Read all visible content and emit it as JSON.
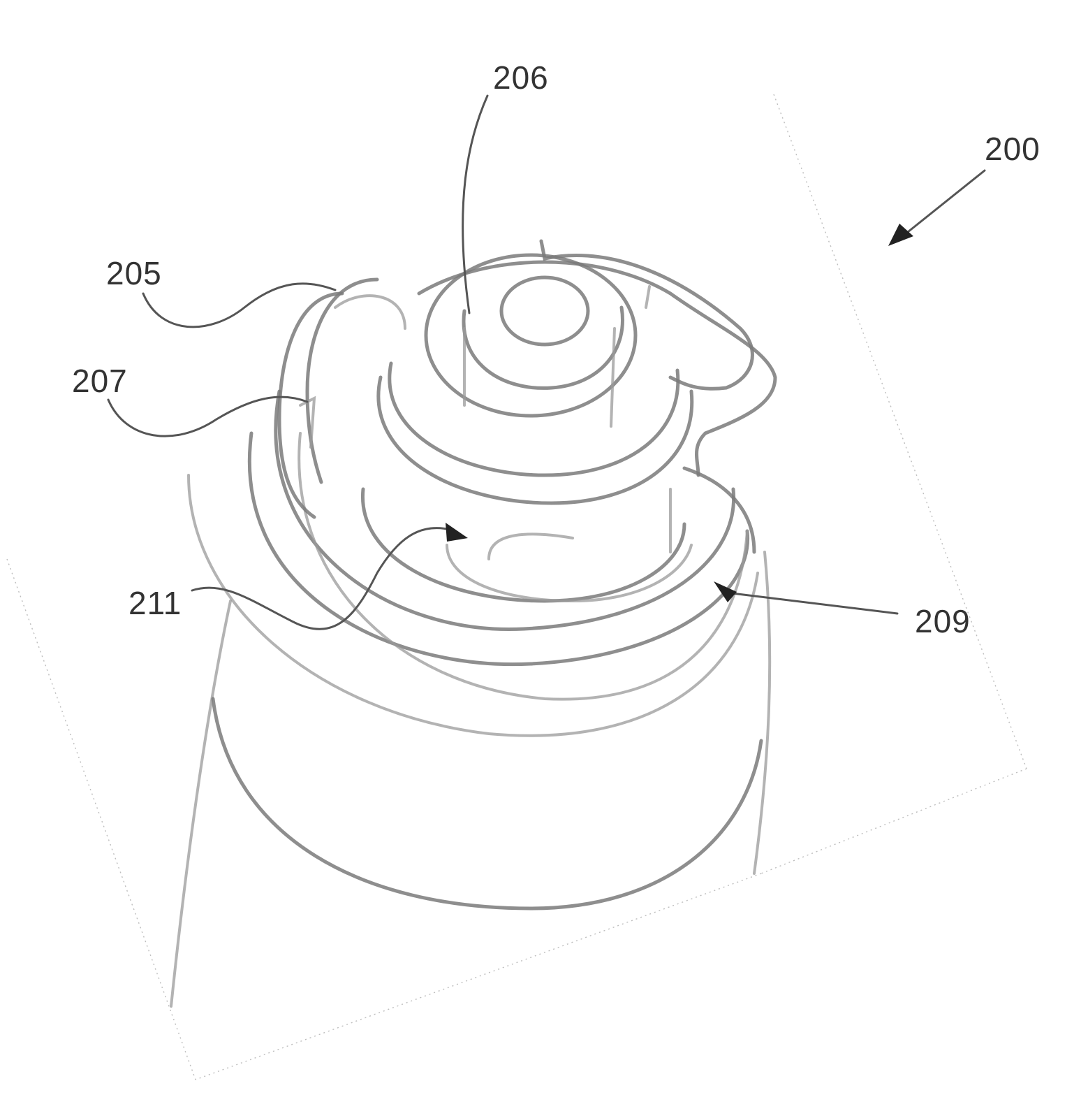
{
  "figure": {
    "type": "patent-drawing",
    "subject": "dispensing closure cap (perspective view)",
    "colors": {
      "line": "#7a7a7a",
      "leader": "#555555",
      "label": "#333333",
      "arrow": "#222222",
      "background": "#ffffff"
    }
  },
  "labels": {
    "l200": "200",
    "l205": "205",
    "l206": "206",
    "l207": "207",
    "l209": "209",
    "l211": "211"
  }
}
